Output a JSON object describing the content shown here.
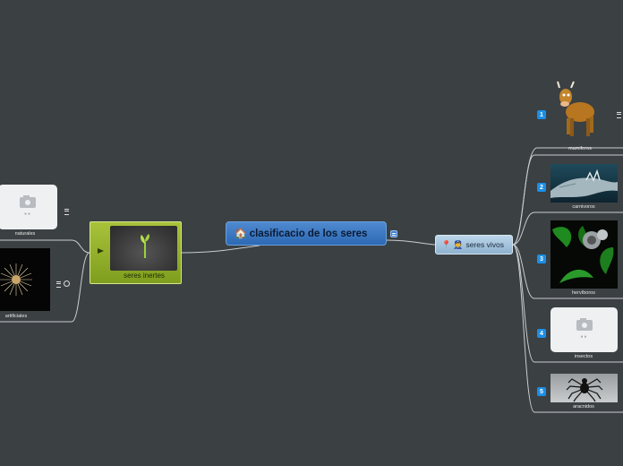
{
  "map": {
    "central": {
      "icon": "house-icon",
      "label": "clasificacio de los seres"
    },
    "seres_vivos": {
      "label": "seres vivos",
      "icons": [
        "pin-icon",
        "police-officer-icon"
      ]
    },
    "seres_inertes": {
      "label": "seres inertes",
      "image": "sprout-photo"
    },
    "inertes_children": [
      {
        "caption": "naturales",
        "image": "image-placeholder"
      },
      {
        "caption": "artificiales",
        "image": "dandelion-photo"
      }
    ],
    "vivos_children": [
      {
        "number": "1",
        "caption": "mamiferos",
        "image": "cow-cartoon"
      },
      {
        "number": "2",
        "caption": "carnivoros",
        "image": "dinosaur-photo"
      },
      {
        "number": "3",
        "caption": "hervíboros",
        "image": "plant-creature-render"
      },
      {
        "number": "4",
        "caption": "insectos",
        "image": "image-placeholder"
      },
      {
        "number": "5",
        "caption": "aracnidos",
        "image": "spider-photo"
      }
    ]
  },
  "colors": {
    "background": "#3b4043",
    "central_node": "#3a76c4",
    "vivos_node": "#a8c6dd",
    "inertes_node": "#93b02c",
    "number_badge": "#1b8fe6"
  }
}
